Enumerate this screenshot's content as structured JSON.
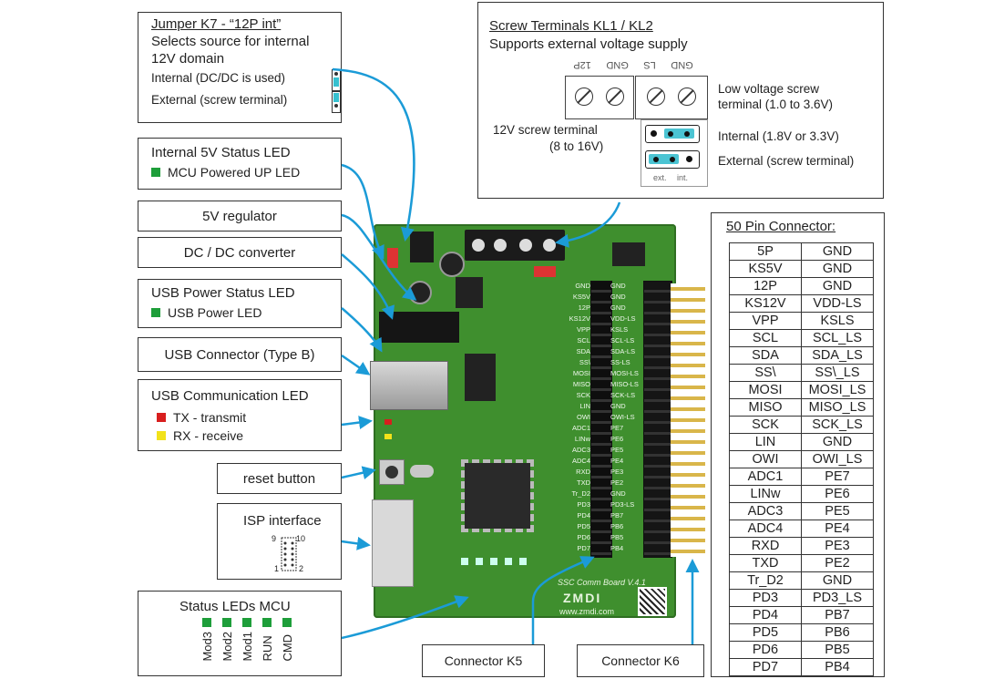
{
  "jumper_k7": {
    "title": "Jumper K7 - “12P int”",
    "desc_line1": "Selects source for internal",
    "desc_line2": "12V domain",
    "internal": "Internal (DC/DC is used)",
    "external": "External (screw terminal)"
  },
  "status_5v": {
    "title": "Internal 5V Status LED",
    "item": "MCU Powered UP LED"
  },
  "regulator_5v": "5V regulator",
  "dcdc": "DC / DC converter",
  "usb_power": {
    "title": "USB Power Status LED",
    "item": "USB Power LED"
  },
  "usb_connector": "USB Connector (Type B)",
  "usb_comm": {
    "title": "USB Communication LED",
    "tx": "TX - transmit",
    "rx": "RX - receive"
  },
  "reset": "reset button",
  "isp": {
    "title": "ISP interface",
    "pin9": "9",
    "pin10": "10",
    "pin1": "1",
    "pin2": "2"
  },
  "status_leds": {
    "title": "Status LEDs MCU",
    "labels": [
      "Mod3",
      "Mod2",
      "Mod1",
      "RUN",
      "CMD"
    ]
  },
  "connector_k5": "Connector K5",
  "connector_k6": "Connector K6",
  "screw": {
    "title": "Screw Terminals KL1 / KL2",
    "subtitle": "Supports external voltage supply",
    "pins": [
      "12P",
      "GND",
      "LS",
      "GND"
    ],
    "low_voltage_1": "Low voltage screw",
    "low_voltage_2": "terminal (1.0 to 3.6V)",
    "v12_1": "12V screw terminal",
    "v12_2": "(8 to 16V)",
    "internal": "Internal (1.8V or 3.3V)",
    "external": "External (screw terminal)",
    "ext": "ext.",
    "int": "int."
  },
  "pin_connector": {
    "title": "50 Pin Connector:",
    "rows": [
      [
        "5P",
        "GND"
      ],
      [
        "KS5V",
        "GND"
      ],
      [
        "12P",
        "GND"
      ],
      [
        "KS12V",
        "VDD-LS"
      ],
      [
        "VPP",
        "KSLS"
      ],
      [
        "SCL",
        "SCL_LS"
      ],
      [
        "SDA",
        "SDA_LS"
      ],
      [
        "SS\\",
        "SS\\_LS"
      ],
      [
        "MOSI",
        "MOSI_LS"
      ],
      [
        "MISO",
        "MISO_LS"
      ],
      [
        "SCK",
        "SCK_LS"
      ],
      [
        "LIN",
        "GND"
      ],
      [
        "OWI",
        "OWI_LS"
      ],
      [
        "ADC1",
        "PE7"
      ],
      [
        "LINw",
        "PE6"
      ],
      [
        "ADC3",
        "PE5"
      ],
      [
        "ADC4",
        "PE4"
      ],
      [
        "RXD",
        "PE3"
      ],
      [
        "TXD",
        "PE2"
      ],
      [
        "Tr_D2",
        "GND"
      ],
      [
        "PD3",
        "PD3_LS"
      ],
      [
        "PD4",
        "PB7"
      ],
      [
        "PD5",
        "PB6"
      ],
      [
        "PD6",
        "PB5"
      ],
      [
        "PD7",
        "PB4"
      ]
    ]
  },
  "board": {
    "name": "SSC Comm Board V.4.1",
    "brand": "ZMDI",
    "url": "www.zmdi.com",
    "silk_left": [
      "GND",
      "KS5V",
      "12P",
      "KS12V",
      "VPP",
      "SCL",
      "SDA",
      "SS\\",
      "MOSI",
      "MISO",
      "SCK",
      "LIN",
      "OWI",
      "ADC1",
      "LINw",
      "ADC3",
      "ADC4",
      "RXD",
      "TXD",
      "Tr_D2",
      "PD3",
      "PD4",
      "PD5",
      "PD6",
      "PD7"
    ],
    "silk_right": [
      "GND",
      "GND",
      "GND",
      "VDD-LS",
      "KSLS",
      "SCL-LS",
      "SDA-LS",
      "SS-LS",
      "MOSI-LS",
      "MISO-LS",
      "SCK-LS",
      "GND",
      "OWI-LS",
      "PE7",
      "PE6",
      "PE5",
      "PE4",
      "PE3",
      "PE2",
      "GND",
      "PD3-LS",
      "PB7",
      "PB6",
      "PB5",
      "PB4"
    ]
  },
  "colors": {
    "arrow": "#1b9bd7",
    "led_green": "#1e9e3a",
    "led_red": "#d81e1e",
    "led_yellow": "#f2e21a",
    "pcb": "#3f8f2e"
  }
}
